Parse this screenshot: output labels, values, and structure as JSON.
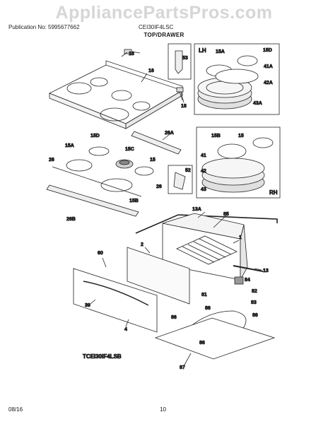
{
  "header": {
    "watermark": "AppliancePartsPros.com",
    "publication": "Publication No: 5995677662",
    "model": "CEI30IF4LSC",
    "section_title": "TOP/DRAWER"
  },
  "footer": {
    "date": "08/16",
    "page_number": "10"
  },
  "diagram_code": "TCEI30IF4LSB",
  "inset_labels": {
    "left_hand": "LH",
    "right_hand": "RH"
  },
  "part_labels": {
    "p18a": "18",
    "p16": "16",
    "p18b": "18",
    "p53": "53",
    "p15a_lh": "15A",
    "p15d_lh": "15D",
    "p41a": "41A",
    "p42a": "42A",
    "p43a": "43A",
    "p26a": "26A",
    "p15d": "15D",
    "p15a": "15A",
    "p15c": "15C",
    "p26_left": "26",
    "p15": "15",
    "p52": "52",
    "p26_right": "26",
    "p15b": "15B",
    "p26b": "26B",
    "p15b_rh": "15B",
    "p15_rh": "15",
    "p41": "41",
    "p42": "42",
    "p43": "43",
    "p13a": "13A",
    "p85": "85",
    "p1": "1",
    "p2": "2",
    "p60": "60",
    "p13": "13",
    "p84": "84",
    "p82": "82",
    "p81": "81",
    "p83": "83",
    "p86a": "86",
    "p86b": "86",
    "p86c": "86",
    "p86d": "86",
    "p39": "39",
    "p4": "4",
    "p87": "87"
  }
}
